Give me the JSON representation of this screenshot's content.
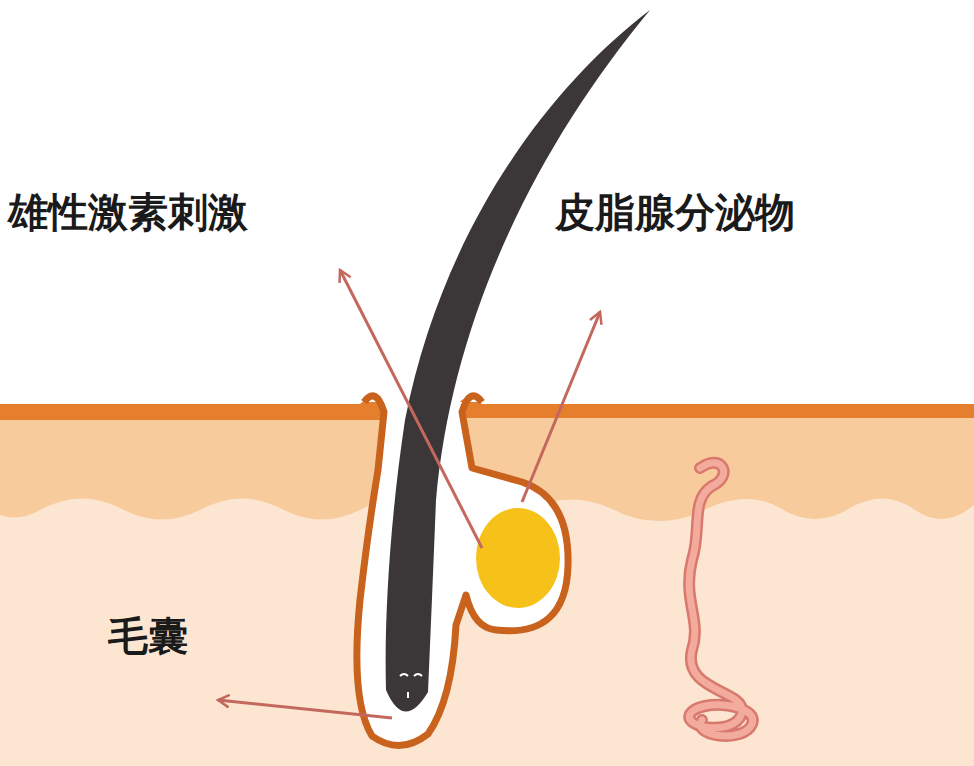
{
  "diagram": {
    "labels": [
      "雄性激素刺激",
      "皮脂腺分泌物",
      "毛囊"
    ]
  }
}
